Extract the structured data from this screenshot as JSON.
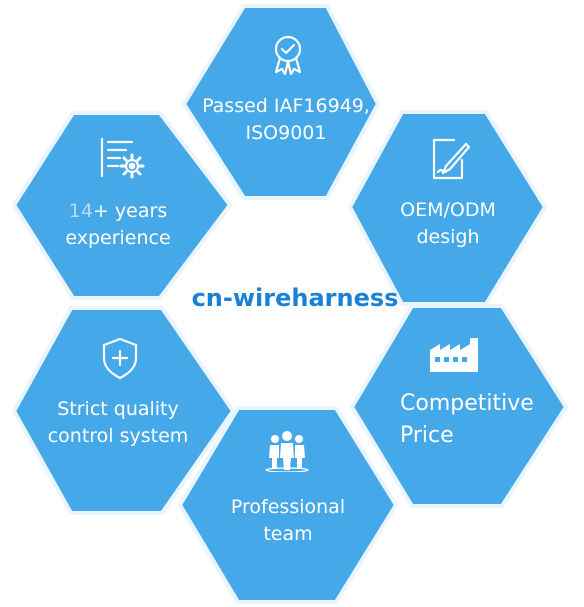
{
  "colors": {
    "hex_fill": "#45a8e8",
    "hex_stroke": "#e9f4fc",
    "title": "#1a82d4",
    "background": "#ffffff"
  },
  "center_title": "cn-wireharness",
  "hexagons": [
    {
      "id": "certification",
      "line1": "Passed IAF16949,",
      "line2": "ISO9001",
      "icon": "ribbon-badge-icon"
    },
    {
      "id": "oem",
      "line1": "OEM/ODM",
      "line2": "desigh",
      "icon": "document-pen-icon"
    },
    {
      "id": "price",
      "line1": "Competitive",
      "line2": "Price",
      "icon": "factory-icon"
    },
    {
      "id": "team",
      "line1": "Professional",
      "line2": "team",
      "icon": "team-people-icon"
    },
    {
      "id": "quality",
      "line1": "Strict quality",
      "line2": "control system",
      "icon": "shield-plus-icon"
    },
    {
      "id": "experience",
      "number": "14",
      "line1_suffix": "+ years",
      "line2": "experience",
      "icon": "list-gear-icon"
    }
  ]
}
